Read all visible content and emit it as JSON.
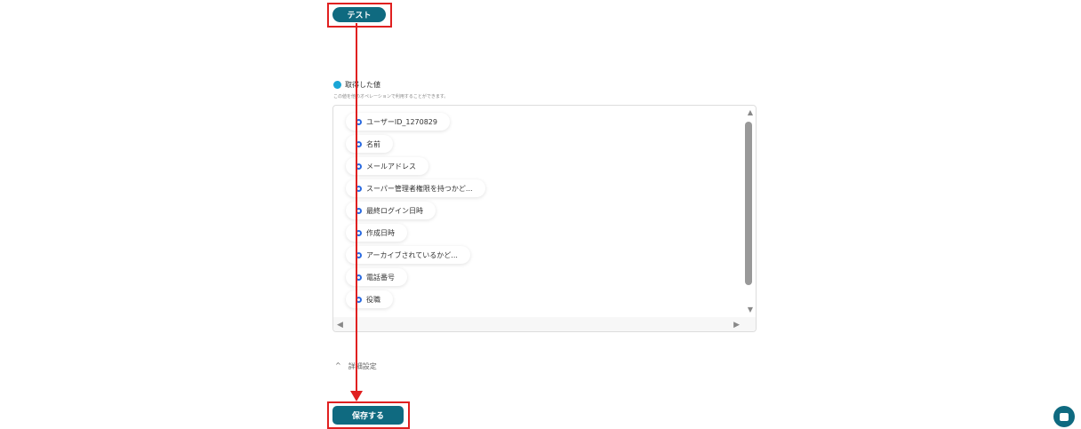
{
  "test_button": "テスト",
  "section_title": "取得した値",
  "section_desc": "この値を他のオペレーションで利用することができます。",
  "items": [
    "ユーザーID_1270829",
    "名前",
    "メールアドレス",
    "スーパー管理者権限を持つかど...",
    "最終ログイン日時",
    "作成日時",
    "アーカイブされているかど...",
    "電話番号",
    "役職"
  ],
  "advanced_label": "詳細設定",
  "save_button": "保存する",
  "highlight_color": "#e02020",
  "accent_color": "#0f6a80"
}
